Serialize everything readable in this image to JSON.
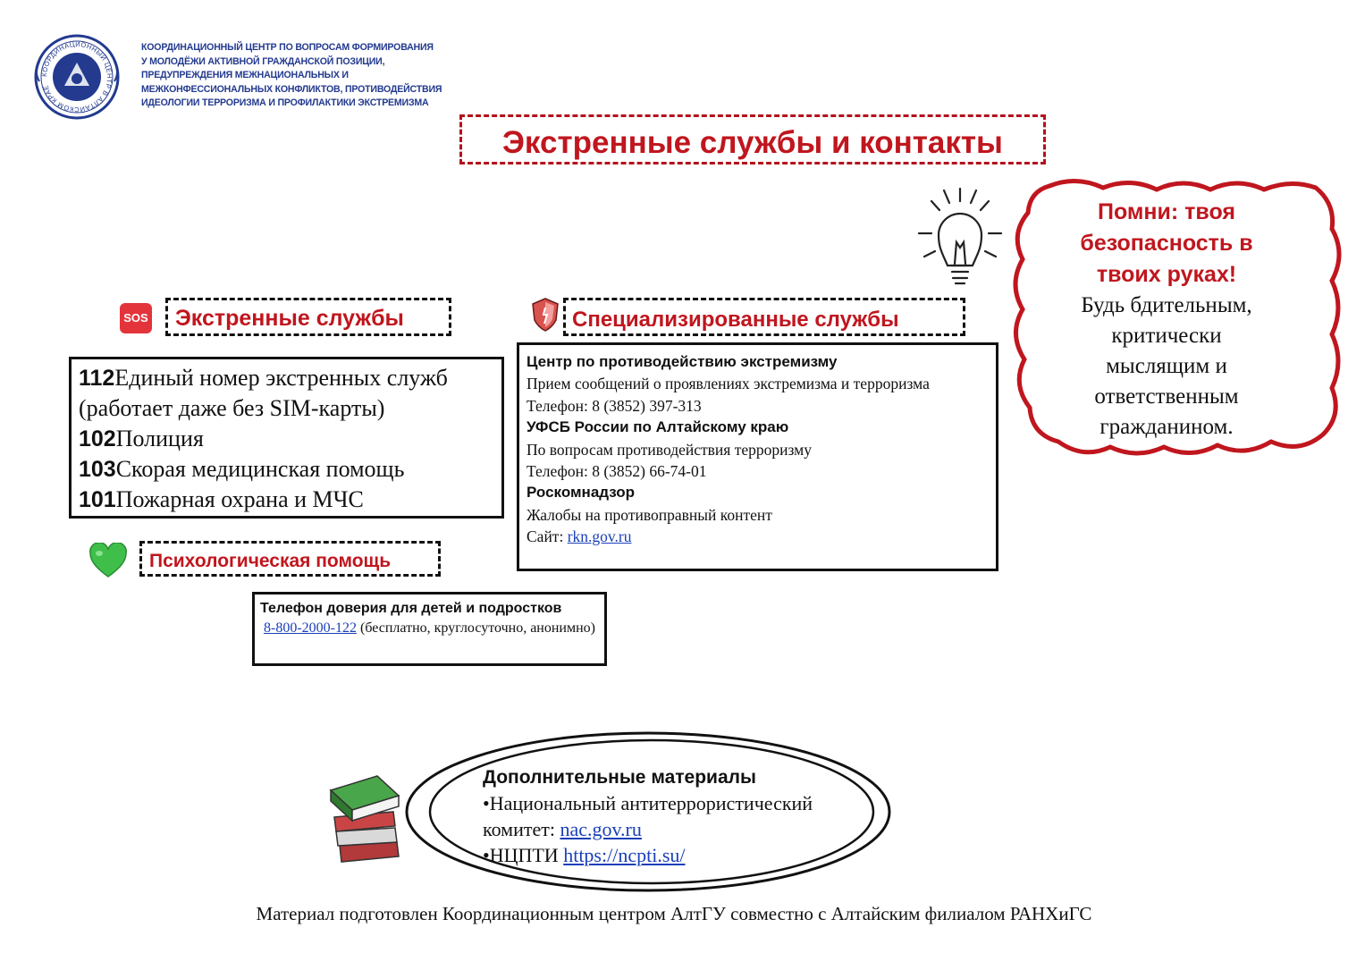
{
  "header": {
    "org_lines": [
      "КООРДИНАЦИОННЫЙ ЦЕНТР ПО ВОПРОСАМ ФОРМИРОВАНИЯ",
      "У МОЛОДЁЖИ АКТИВНОЙ ГРАЖДАНСКОЙ ПОЗИЦИИ,",
      "ПРЕДУПРЕЖДЕНИЯ МЕЖНАЦИОНАЛЬНЫХ И",
      "МЕЖКОНФЕССИОНАЛЬНЫХ КОНФЛИКТОВ, ПРОТИВОДЕЙСТВИЯ",
      "ИДЕОЛОГИИ ТЕРРОРИЗМА И ПРОФИЛАКТИКИ ЭКСТРЕМИЗМА"
    ],
    "logo_ring_text": "КООРДИНАЦИОННЫЙ ЦЕНТР В АЛТАЙСКОМ КРАЕ"
  },
  "title": "Экстренные службы и контакты",
  "callout": {
    "heading_lines": [
      "Помни: твоя",
      "безопасность в",
      "твоих руках!"
    ],
    "body_lines": [
      "Будь бдительным,",
      "критически",
      "мыслящим и",
      "ответственным",
      "гражданином."
    ]
  },
  "emergency": {
    "heading": "Экстренные службы",
    "sos_label": "SOS",
    "rows": [
      {
        "number": "112",
        "text": "Единый номер экстренных служб"
      },
      {
        "number": "",
        "text": "(работает даже без SIM-карты)"
      },
      {
        "number": "102",
        "text": "Полиция"
      },
      {
        "number": "103",
        "text": "Скорая медицинская помощь"
      },
      {
        "number": "101",
        "text": "Пожарная охрана и МЧС"
      }
    ]
  },
  "specialized": {
    "heading": "Специализированные службы",
    "center_title": "Центр по противодействию экстремизму",
    "center_desc": "Прием сообщений о проявлениях экстремизма и терроризма",
    "center_phone": "Телефон: 8 (3852) 397-313",
    "fsb_title": "УФСБ России по Алтайскому краю",
    "fsb_desc": "По вопросам противодействия терроризму",
    "fsb_phone": "Телефон: 8 (3852) 66-74-01",
    "rkn_title": "Роскомнадзор",
    "rkn_desc": "Жалобы на противоправный контент",
    "rkn_site_label": "Сайт: ",
    "rkn_site": "rkn.gov.ru"
  },
  "psych": {
    "heading": "Психологическая помощь",
    "box_title": "Телефон доверия для детей и подростков",
    "phone": "8-800-2000-122",
    "note": " (бесплатно, круглосуточно, анонимно)"
  },
  "materials": {
    "title": "Дополнительные материалы",
    "item1_prefix": "•Национальный антитеррористический комитет: ",
    "item1_link": "nac.gov.ru",
    "item2_prefix": "•НЦПТИ ",
    "item2_link": "https://ncpti.su/"
  },
  "footer": "Материал подготовлен Координационным центром АлтГУ совместно с Алтайским филиалом РАНХиГС",
  "colors": {
    "accent_red": "#c0161e",
    "logo_blue": "#233a8f",
    "link_blue": "#1a3fb8",
    "heart_green": "#3fbf4a"
  }
}
